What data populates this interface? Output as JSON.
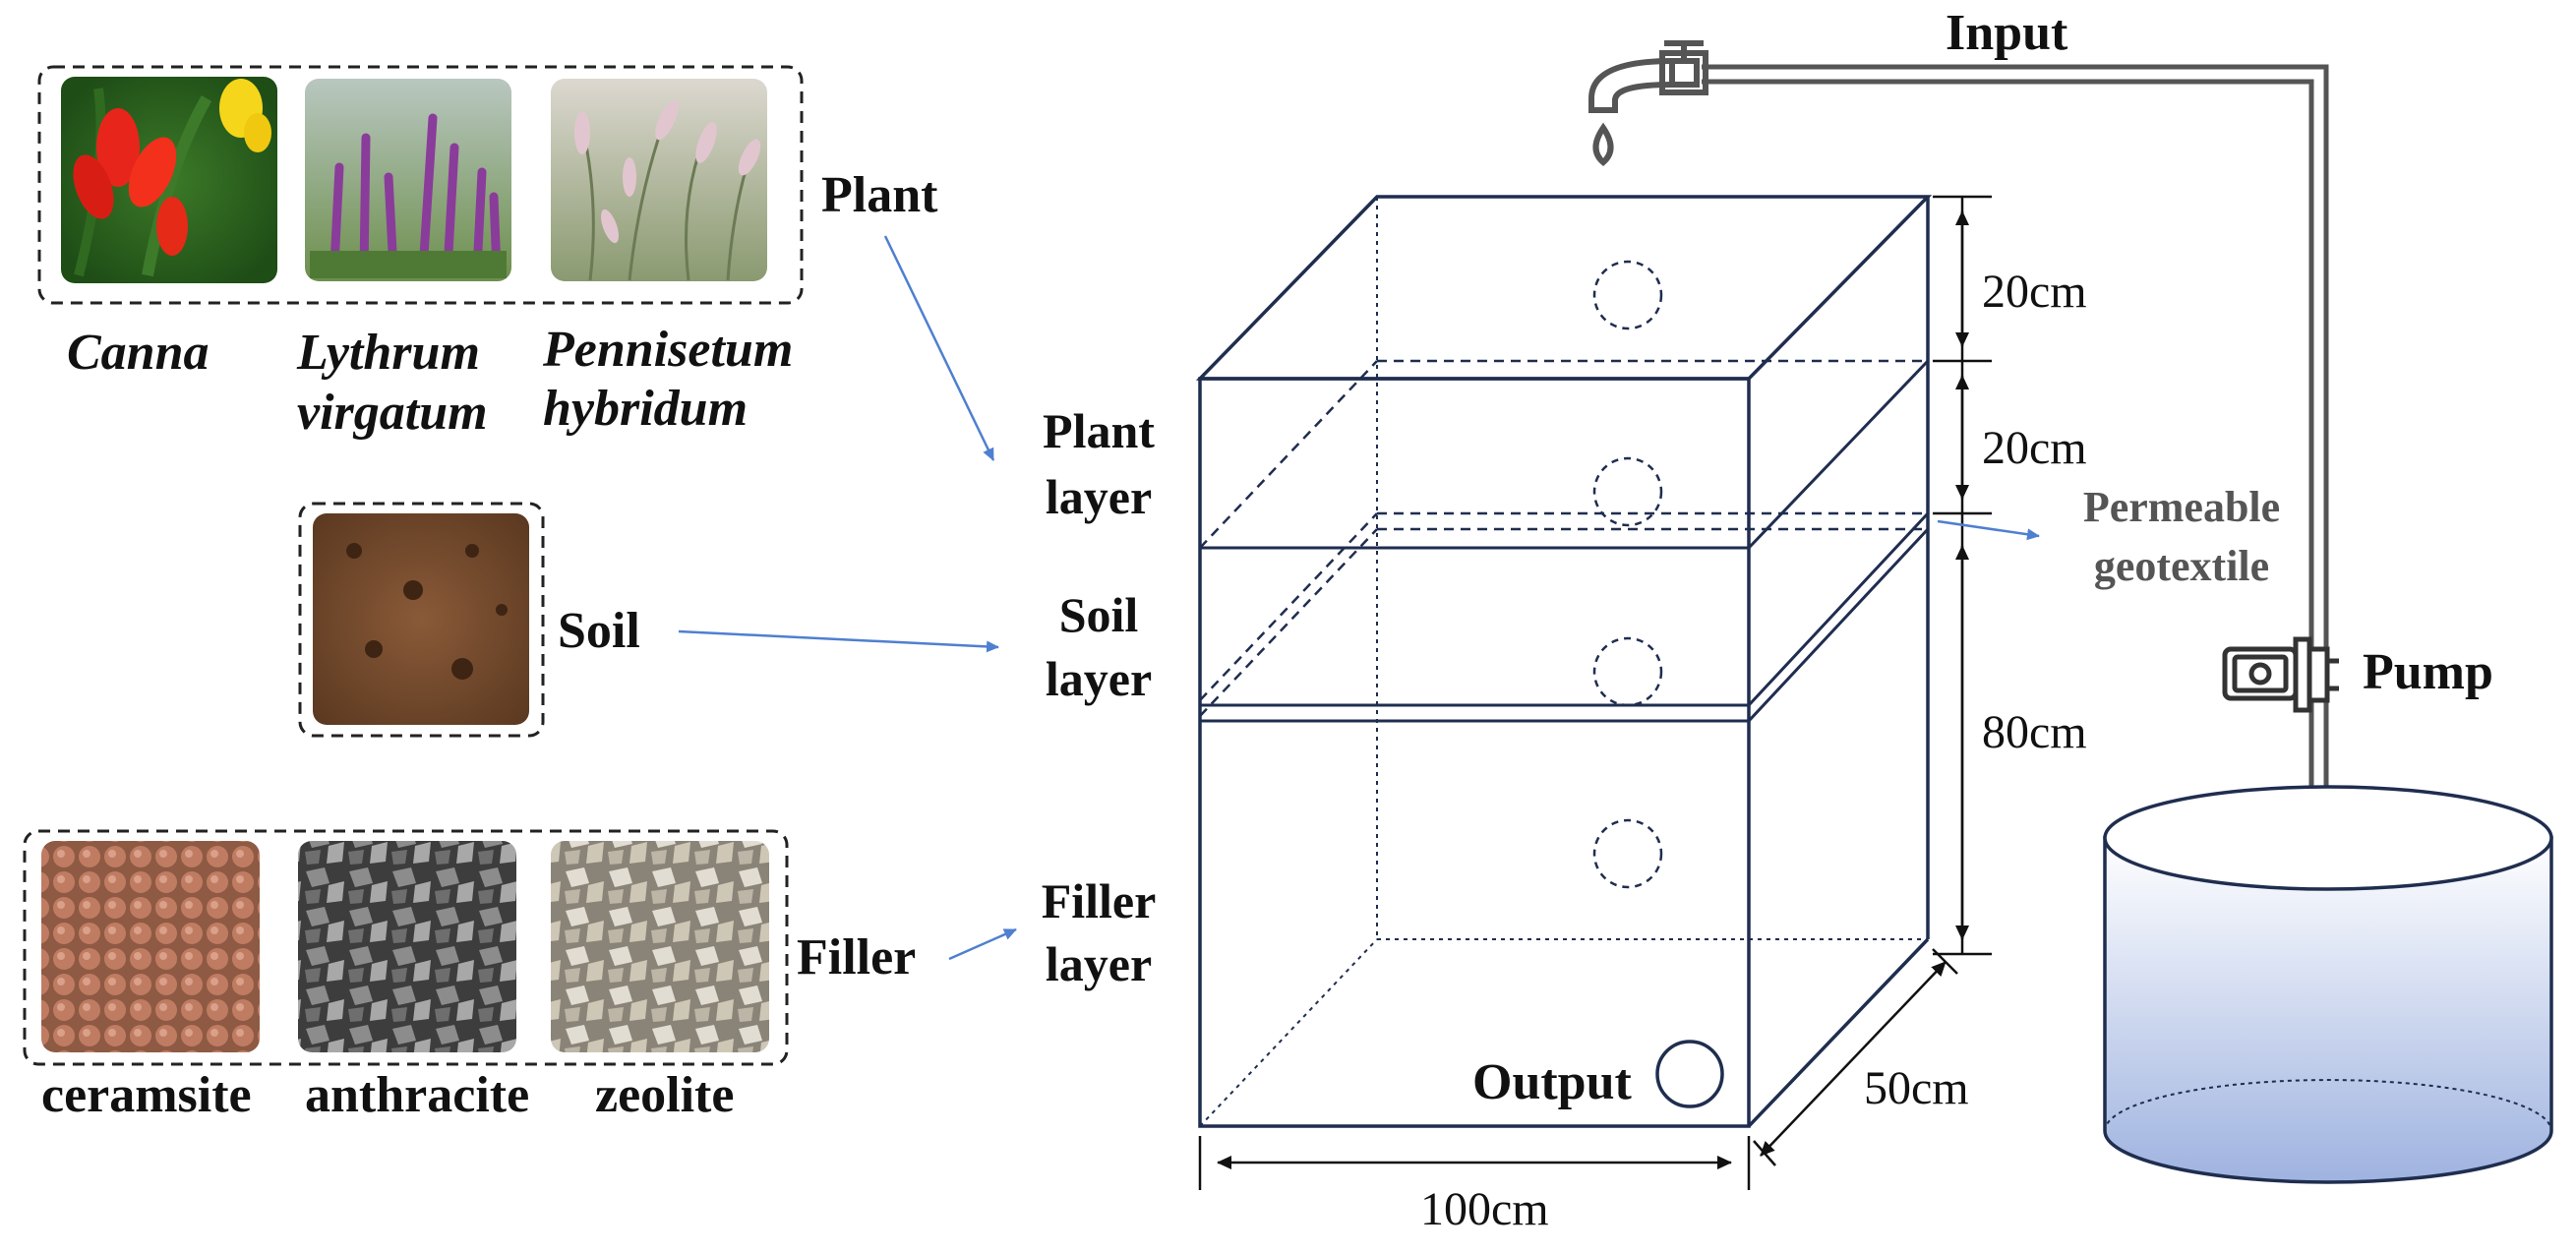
{
  "plants": {
    "group_label": "Plant",
    "items": [
      {
        "line1": "Canna",
        "line2": ""
      },
      {
        "line1": "Lythrum",
        "line2": "virgatum"
      },
      {
        "line1": "Pennisetum",
        "line2": "hybridum"
      }
    ]
  },
  "soil": {
    "group_label": "Soil"
  },
  "fillers": {
    "group_label": "Filler",
    "items": [
      "ceramsite",
      "anthracite",
      "zeolite"
    ]
  },
  "layers": {
    "plant": {
      "line1": "Plant",
      "line2": "layer"
    },
    "soil": {
      "line1": "Soil",
      "line2": "layer"
    },
    "filler": {
      "line1": "Filler",
      "line2": "layer"
    }
  },
  "dimensions": {
    "top_gap": "20cm",
    "plant_depth": "20cm",
    "bottom_depth": "80cm",
    "depth": "50cm",
    "width": "100cm"
  },
  "geotextile": {
    "line1": "Permeable",
    "line2": "geotextile"
  },
  "input_label": "Input",
  "output_label": "Output",
  "pump_label": "Pump",
  "colors": {
    "box_line": "#1f2d4f",
    "arrow": "#4f7fd0",
    "pipe": "#555555",
    "tank_top": "#ffffff",
    "tank_bottom": "#9fb3e0"
  }
}
